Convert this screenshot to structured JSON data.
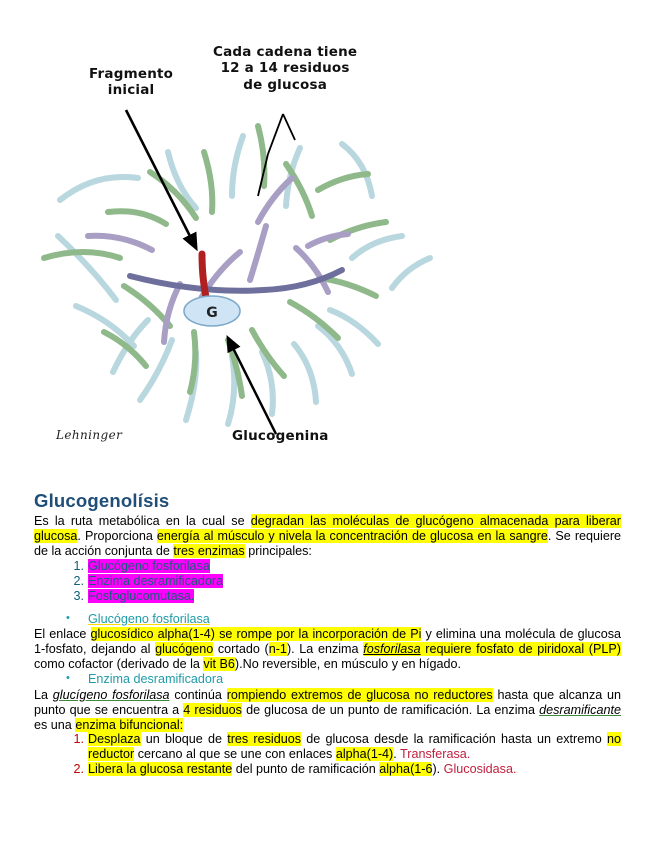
{
  "figure": {
    "labels": {
      "fragmento_line1": "Fragmento",
      "fragmento_line2": "inicial",
      "cadena_line1": "Cada cadena tiene",
      "cadena_line2": "12 a 14 residuos",
      "cadena_line3": "de glucosa",
      "glucogenina": "Glucogenina",
      "core_letter": "G",
      "source": "Lehninger"
    },
    "colors": {
      "chain_light_blue": "#b9d7de",
      "chain_green": "#8fb98a",
      "chain_purple": "#a99fc4",
      "chain_dark_purple": "#6f6f9e",
      "initial_fragment_red": "#b02020",
      "core_fill": "#cfe5f5",
      "core_stroke": "#7fa9c9",
      "arrow": "#000000"
    }
  },
  "document": {
    "heading": "Glucogenolísis",
    "paragraph1": {
      "segments": [
        {
          "text": "Es la ruta metabólica en la cual se ",
          "style": "plain"
        },
        {
          "text": "degradan las moléculas de glucógeno almacenada para liberar glucosa",
          "style": "highlight-yellow"
        },
        {
          "text": ". Proporciona ",
          "style": "plain"
        },
        {
          "text": "energía al músculo y nivela la concentración de glucosa en la sangre",
          "style": "highlight-yellow"
        },
        {
          "text": ". Se requiere de la acción conjunta de ",
          "style": "plain"
        },
        {
          "text": "tres enzimas",
          "style": "highlight-yellow"
        },
        {
          "text": " principales:",
          "style": "plain"
        }
      ]
    },
    "enzyme_list": [
      "Glucógeno fosforilasa",
      "Enzima desramificadora",
      "Fosfoglucomutasa."
    ],
    "section1": {
      "bullet": "Glucógeno fosforilasa",
      "paragraph": {
        "segments": [
          {
            "text": "El enlace ",
            "style": "plain"
          },
          {
            "text": "glucosídico alpha(1-4) se rompe por la incorporación de Pi",
            "style": "highlight-yellow"
          },
          {
            "text": " y elimina una molécula de glucosa 1-fosfato, dejando al ",
            "style": "plain"
          },
          {
            "text": "glucógeno",
            "style": "highlight-yellow"
          },
          {
            "text": " cortado (",
            "style": "plain"
          },
          {
            "text": "n-1",
            "style": "highlight-yellow"
          },
          {
            "text": "). La enzima ",
            "style": "plain"
          },
          {
            "text": "fosforilasa",
            "style": "highlight-yellow-italic-underline"
          },
          {
            "text": " requiere fosfato de piridoxal (PLP)",
            "style": "highlight-yellow"
          },
          {
            "text": " como cofactor (derivado de la ",
            "style": "plain"
          },
          {
            "text": "vit B6",
            "style": "highlight-yellow"
          },
          {
            "text": ").No reversible, en músculo y en hígado.",
            "style": "plain"
          }
        ]
      }
    },
    "section2": {
      "bullet": "Enzima desramificadora",
      "paragraph": {
        "segments": [
          {
            "text": "La ",
            "style": "plain"
          },
          {
            "text": "glucígeno fosforilasa",
            "style": "italic-underline-green"
          },
          {
            "text": " continúa ",
            "style": "plain"
          },
          {
            "text": "rompiendo extremos de glucosa no reductores",
            "style": "highlight-yellow"
          },
          {
            "text": " hasta que alcanza un punto que se encuentra a ",
            "style": "plain"
          },
          {
            "text": "4 residuos",
            "style": "highlight-yellow"
          },
          {
            "text": " de glucosa de un punto de ramificación. La enzima ",
            "style": "plain"
          },
          {
            "text": "desramificante ",
            "style": "italic-underline-green"
          },
          {
            "text": "es una ",
            "style": "plain"
          },
          {
            "text": "enzima bifuncional:",
            "style": "highlight-yellow"
          }
        ]
      },
      "steps": [
        {
          "segments": [
            {
              "text": "Desplaza",
              "style": "highlight-yellow"
            },
            {
              "text": " un bloque de ",
              "style": "plain"
            },
            {
              "text": "tres residuos",
              "style": "highlight-yellow"
            },
            {
              "text": " de glucosa desde la ramificación hasta un extremo ",
              "style": "plain"
            },
            {
              "text": "no reductor",
              "style": "highlight-yellow"
            },
            {
              "text": " cercano al que se une con enlaces ",
              "style": "plain"
            },
            {
              "text": "alpha(1-4)",
              "style": "highlight-yellow"
            },
            {
              "text": ". ",
              "style": "plain"
            },
            {
              "text": "Transferasa.",
              "style": "red"
            }
          ]
        },
        {
          "segments": [
            {
              "text": "Libera la glucosa restante",
              "style": "highlight-yellow"
            },
            {
              "text": " del punto de ramificación ",
              "style": "plain"
            },
            {
              "text": "alpha(1-6",
              "style": "highlight-yellow"
            },
            {
              "text": "). ",
              "style": "plain"
            },
            {
              "text": "Glucosidasa.",
              "style": "red"
            }
          ]
        }
      ]
    },
    "colors": {
      "heading": "#1f4e79",
      "highlight_yellow": "#ffff00",
      "highlight_magenta": "#ff00ff",
      "bullet_teal": "#1f9ca8",
      "list_number_red": "#c00000",
      "enzyme_name_red": "#c0203c",
      "underline_green": "#3c8a3c"
    }
  }
}
